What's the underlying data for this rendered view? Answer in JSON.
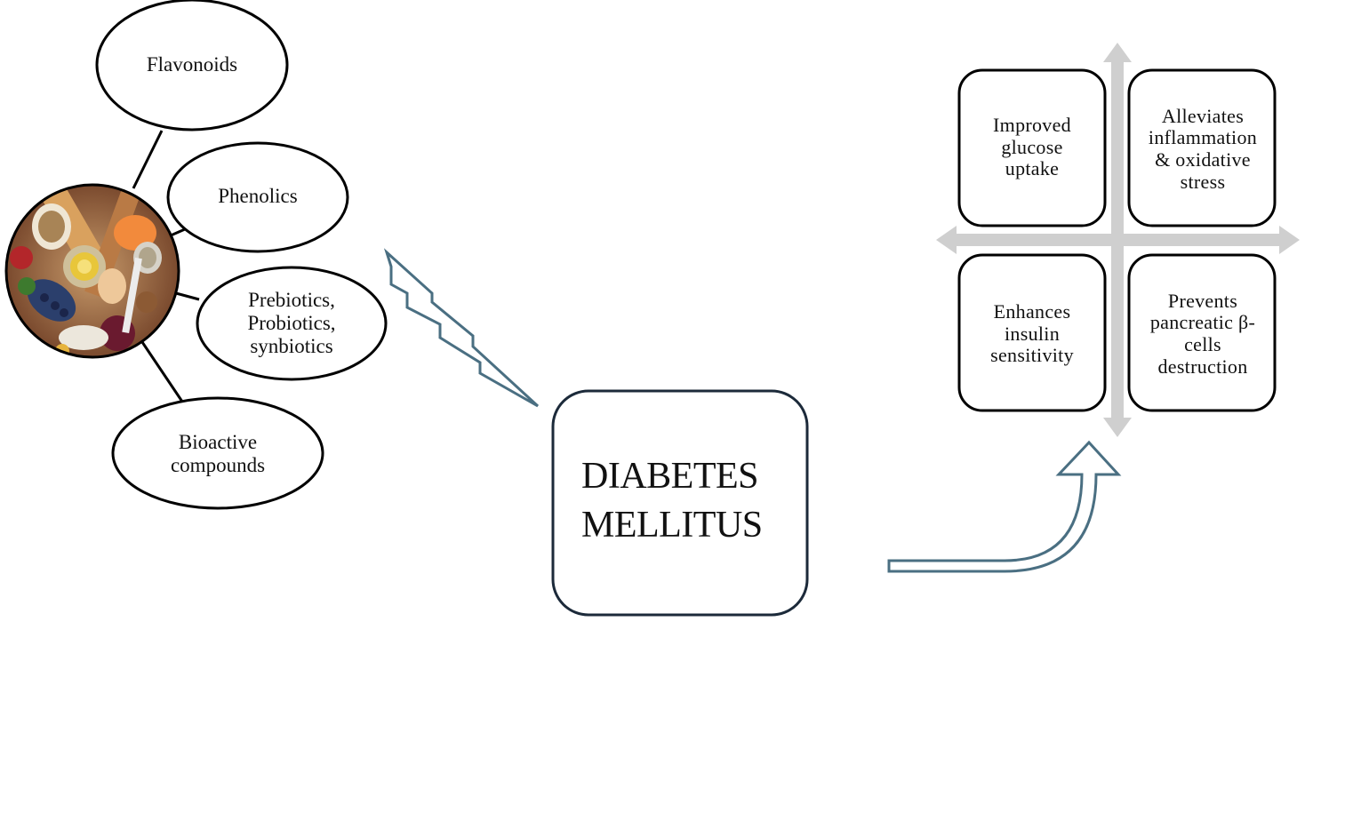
{
  "diagram": {
    "sources": {
      "flavonoids": "Flavonoids",
      "phenolics": "Phenolics",
      "biotics": "Prebiotics,\nProbiotics,\nsynbiotics",
      "bioactive": "Bioactive\ncompounds"
    },
    "center": "DIABETES\nMELLITUS",
    "effects": {
      "glucose": "Improved\nglucose\nuptake",
      "inflammation": "Alleviates\ninflammation\n& oxidative\nstress",
      "insulin": "Enhances\ninsulin\nsensitivity",
      "beta_cells": "Prevents\npancreatic β-\ncells\ndestruction"
    },
    "food_image": "food-collage-image",
    "colors": {
      "outline": "#000000",
      "arrow_outline": "#4a6f82",
      "axis_gray": "#cfcfcf",
      "center_border": "#1c2a3a"
    }
  }
}
